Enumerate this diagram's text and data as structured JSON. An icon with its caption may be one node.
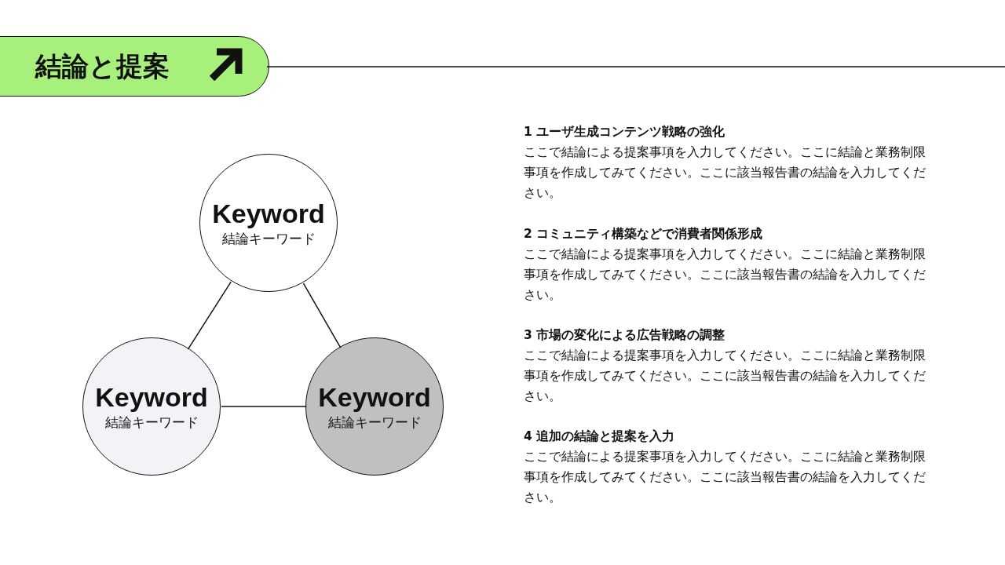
{
  "diagram": {
    "title": "結論と提案",
    "nodes": [
      {
        "text": [
          "Keyword",
          "結論キーワード"
        ]
      },
      {
        "text": [
          "Keyword",
          "結論キーワード"
        ]
      },
      {
        "text": [
          "Keyword",
          "結論キーワード"
        ]
      }
    ],
    "edges": [
      {
        "from": 0,
        "to": 1,
        "arrow": "none"
      },
      {
        "from": 0,
        "to": 2,
        "arrow": "none"
      },
      {
        "from": 1,
        "to": 2,
        "arrow": "none"
      }
    ],
    "labels": [
      "1 ユーザ生成コンテンツ戦略の強化",
      "ここで結論による提案事項を入力してください。ここに結論と業務制限事項を作成してみてください。ここに該当報告書の結論を入力してください。",
      "2 コミュニティ構築などで消費者関係形成",
      "ここで結論による提案事項を入力してください。ここに結論と業務制限事項を作成してみてください。ここに該当報告書の結論を入力してください。",
      "3 市場の変化による広告戦略の調整",
      "ここで結論による提案事項を入力してください。ここに結論と業務制限事項を作成してみてください。ここに該当報告書の結論を入力してください。",
      "4 追加の結論と提案を入力",
      "ここで結論による提案事項を入力してください。ここに結論と業務制限事項を作成してみてください。ここに該当報告書の結論を入力してください。"
    ]
  }
}
